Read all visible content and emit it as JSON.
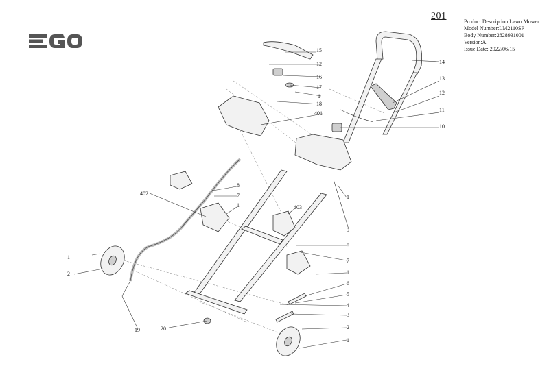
{
  "brand": {
    "logo_text": "EGO"
  },
  "sheet_number": "201",
  "meta": {
    "description": "Product Description:Lawn Mower",
    "model": "Model Number:LM2110SP",
    "body": "Body Number:2828931001",
    "version": "Version:A",
    "issue_date": "Issue Date: 2022/06/15"
  },
  "callouts": {
    "c15": "15",
    "c12a": "12",
    "c16": "16",
    "c17": "17",
    "c1a": "1",
    "c18": "18",
    "c401": "401",
    "c14": "14",
    "c13": "13",
    "c12b": "12",
    "c11": "11",
    "c10": "10",
    "c8a": "8",
    "c7a": "7",
    "c1b": "1",
    "c402": "402",
    "c403": "403",
    "c1c": "1",
    "c9": "9",
    "c8b": "8",
    "c7b": "7",
    "c1d": "1",
    "c1e": "1",
    "c2a": "2",
    "c6": "6",
    "c5": "5",
    "c4": "4",
    "c3": "3",
    "c2b": "2",
    "c1f": "1",
    "c19": "19",
    "c20": "20"
  }
}
